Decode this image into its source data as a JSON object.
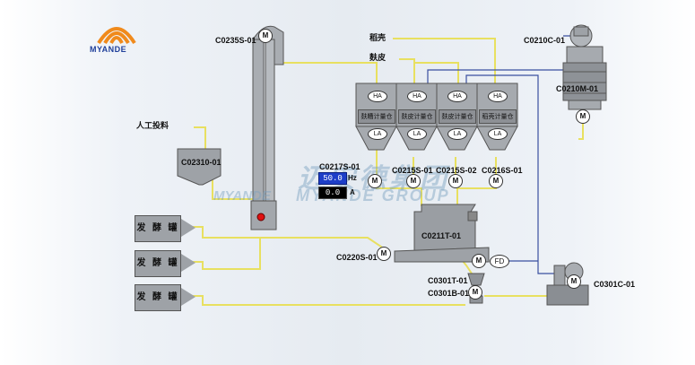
{
  "brand": {
    "name": "MYANDE",
    "watermark_cn": "迈安德集团",
    "watermark_en_left": "MYANDE",
    "watermark_en_right": "MYANDE GROUP"
  },
  "feeds": {
    "rice_husk": "稻壳",
    "bran": "麸皮",
    "manual_feed": "人工投料"
  },
  "equipment": {
    "elevator": "C0235S-01",
    "manual_hopper": "C02310-01",
    "bins": [
      {
        "id": "bin-1",
        "name": "麸糟计量仓",
        "ha": "HA",
        "la": "LA"
      },
      {
        "id": "bin-2",
        "name": "麸皮计量仓",
        "ha": "HA",
        "la": "LA"
      },
      {
        "id": "bin-3",
        "name": "麸皮计量仓",
        "ha": "HA",
        "la": "LA"
      },
      {
        "id": "bin-4",
        "name": "稻壳计量仓",
        "ha": "HA",
        "la": "LA"
      }
    ],
    "screws": [
      "C0217S-01",
      "C0215S-01",
      "C0215S-02",
      "C0216S-01"
    ],
    "fan_top": "C0210C-01",
    "filter": "C0210M-01",
    "mixer": "C0211T-01",
    "conveyor": "C0220S-01",
    "fd": "FD",
    "rotary_valve": "C0301T-01",
    "blower_valve": "C0301B-01",
    "blower": "C0301C-01"
  },
  "vfd": {
    "freq_value": "50.0",
    "freq_unit": "Hz",
    "current_value": "0.0",
    "current_unit": "A"
  },
  "fermenters": [
    "发 酵 罐",
    "发 酵 罐",
    "发 酵 罐"
  ],
  "motor_symbol": "M",
  "colors": {
    "pipe_yellow": "#e8e060",
    "pipe_blue": "#3a4fa0",
    "equipment_gray": "#9ea2a7",
    "display_blue": "#1d3ec8",
    "logo_orange": "#f08a1c",
    "logo_blue": "#1f3f9a"
  }
}
